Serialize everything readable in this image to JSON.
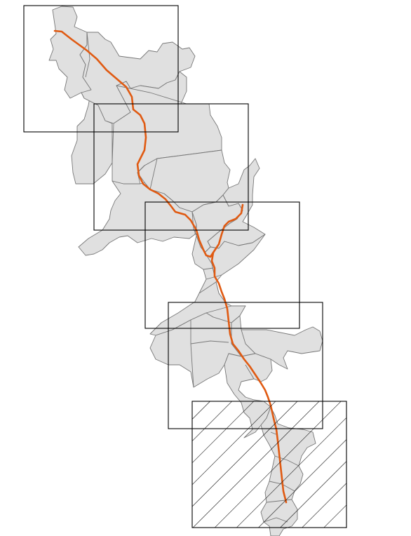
{
  "map": {
    "colors": {
      "background": "#ffffff",
      "region_fill": "#e0e0e0",
      "region_stroke": "#777777",
      "route": "#e05a12",
      "frame": "#000000",
      "hatch": "#000000"
    },
    "frames": [
      {
        "id": 1,
        "highlighted": false
      },
      {
        "id": 2,
        "highlighted": false
      },
      {
        "id": 3,
        "highlighted": false
      },
      {
        "id": 4,
        "highlighted": false
      },
      {
        "id": 5,
        "highlighted": true
      }
    ]
  }
}
